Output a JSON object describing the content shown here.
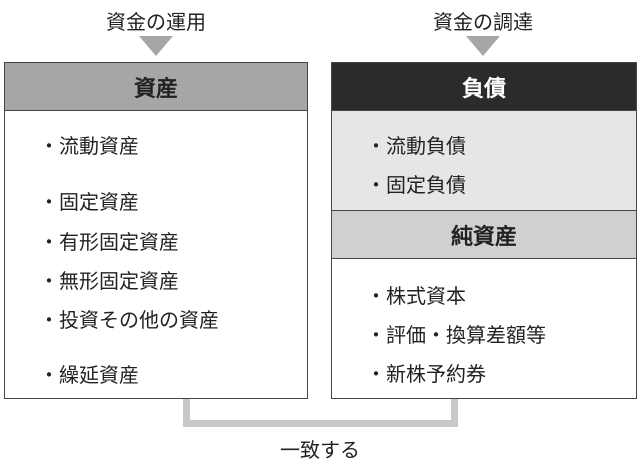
{
  "left": {
    "caption": "資金の運用",
    "header": "資産",
    "items": [
      "・流動資産",
      "・固定資産",
      "・有形固定資産",
      "・無形固定資産",
      "・投資その他の資産",
      "・繰延資産"
    ]
  },
  "right": {
    "caption": "資金の調達",
    "liabilities": {
      "header": "負債",
      "items": [
        "・流動負債",
        "・固定負債"
      ]
    },
    "equity": {
      "header": "純資産",
      "items": [
        "・株式資本",
        "・評価・換算差額等",
        "・新株予約券"
      ]
    }
  },
  "footer": "一致する"
}
